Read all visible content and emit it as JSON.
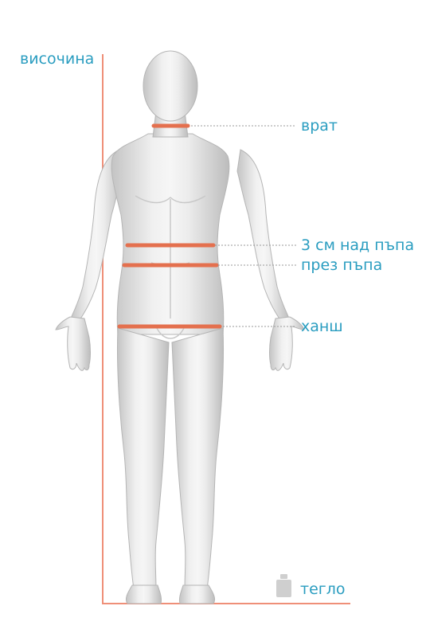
{
  "labels": {
    "height": "височина",
    "neck": "врат",
    "above_navel": "3 см над пъпа",
    "through_navel": "през пъпа",
    "hips": "ханш",
    "weight": "тегло"
  },
  "colors": {
    "label": "#2a9dc0",
    "measure_band": "#e4704e",
    "axis_line": "#ef8f78",
    "leader_line": "#9a9a9a",
    "body_fill": "#e9e9e9",
    "body_shadow": "#bdbdbd",
    "weight_icon": "#cfcfcf"
  },
  "icons": {
    "weight": "weight-icon"
  }
}
